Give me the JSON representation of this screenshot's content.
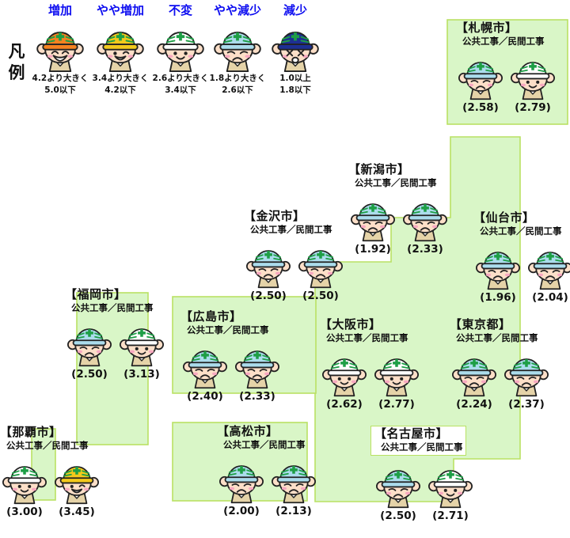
{
  "legend": {
    "title": "凡例",
    "label_color": "#0d0df0",
    "items": [
      {
        "label": "増加",
        "mood": "increase",
        "helmet_color": "#f58220",
        "range_line1": "4.2より大きく",
        "range_line2": "5.0以下"
      },
      {
        "label": "やや増加",
        "mood": "slight_increase",
        "helmet_color": "#f3c91c",
        "range_line1": "3.4より大きく",
        "range_line2": "4.2以下"
      },
      {
        "label": "不変",
        "mood": "unchanged",
        "helmet_color": "#ffffff",
        "range_line1": "2.6より大きく",
        "range_line2": "3.4以下"
      },
      {
        "label": "やや減少",
        "mood": "slight_decrease",
        "helmet_color": "#abdcec",
        "range_line1": "1.8より大きく",
        "range_line2": "2.6以下"
      },
      {
        "label": "減少",
        "mood": "decrease",
        "helmet_color": "#1d2f93",
        "range_line1": "1.0以上",
        "range_line2": "1.8以下"
      }
    ]
  },
  "map": {
    "region_fill": "#d9f6c7",
    "region_stroke": "#b9e163"
  },
  "face_palette": {
    "skin": "#fcdfc8",
    "cheek": "#f7a8c0",
    "accent_green": "#1e9e46",
    "body": "#e5d3a8",
    "outline": "#222222"
  },
  "cities": [
    {
      "id": "sapporo",
      "name": "【札幌市】",
      "subtitle": "公共工事／民間工事",
      "faces": [
        {
          "mood": "slight_decrease",
          "value": "(2.58)"
        },
        {
          "mood": "unchanged",
          "value": "(2.79)"
        }
      ]
    },
    {
      "id": "niigata",
      "name": "【新潟市】",
      "subtitle": "公共工事／民間工事",
      "faces": [
        {
          "mood": "slight_decrease",
          "value": "(1.92)"
        },
        {
          "mood": "slight_decrease",
          "value": "(2.33)"
        }
      ]
    },
    {
      "id": "sendai",
      "name": "【仙台市】",
      "subtitle": "公共工事／民間工事",
      "faces": [
        {
          "mood": "slight_decrease",
          "value": "(1.96)"
        },
        {
          "mood": "slight_decrease",
          "value": "(2.04)"
        }
      ]
    },
    {
      "id": "kanazawa",
      "name": "【金沢市】",
      "subtitle": "公共工事／民間工事",
      "faces": [
        {
          "mood": "slight_decrease",
          "value": "(2.50)"
        },
        {
          "mood": "slight_decrease",
          "value": "(2.50)"
        }
      ]
    },
    {
      "id": "fukuoka",
      "name": "【福岡市】",
      "subtitle": "公共工事／民間工事",
      "faces": [
        {
          "mood": "slight_decrease",
          "value": "(2.50)"
        },
        {
          "mood": "unchanged",
          "value": "(3.13)"
        }
      ]
    },
    {
      "id": "hiroshima",
      "name": "【広島市】",
      "subtitle": "公共工事／民間工事",
      "faces": [
        {
          "mood": "slight_decrease",
          "value": "(2.40)"
        },
        {
          "mood": "slight_decrease",
          "value": "(2.33)"
        }
      ]
    },
    {
      "id": "osaka",
      "name": "【大阪市】",
      "subtitle": "公共工事／民間工事",
      "faces": [
        {
          "mood": "unchanged",
          "value": "(2.62)"
        },
        {
          "mood": "unchanged",
          "value": "(2.77)"
        }
      ]
    },
    {
      "id": "tokyo",
      "name": "【東京都】",
      "subtitle": "公共工事／民間工事",
      "faces": [
        {
          "mood": "slight_decrease",
          "value": "(2.24)"
        },
        {
          "mood": "slight_decrease",
          "value": "(2.37)"
        }
      ]
    },
    {
      "id": "naha",
      "name": "【那覇市】",
      "subtitle": "公共工事／民間工事",
      "faces": [
        {
          "mood": "unchanged",
          "value": "(3.00)"
        },
        {
          "mood": "slight_increase",
          "value": "(3.45)"
        }
      ]
    },
    {
      "id": "takamatsu",
      "name": "【高松市】",
      "subtitle": "公共工事／民間工事",
      "faces": [
        {
          "mood": "slight_decrease",
          "value": "(2.00)"
        },
        {
          "mood": "slight_decrease",
          "value": "(2.13)"
        }
      ]
    },
    {
      "id": "nagoya",
      "name": "【名古屋市】",
      "subtitle": "公共工事／民間工事",
      "faces": [
        {
          "mood": "slight_decrease",
          "value": "(2.50)"
        },
        {
          "mood": "unchanged",
          "value": "(2.71)"
        }
      ]
    }
  ]
}
